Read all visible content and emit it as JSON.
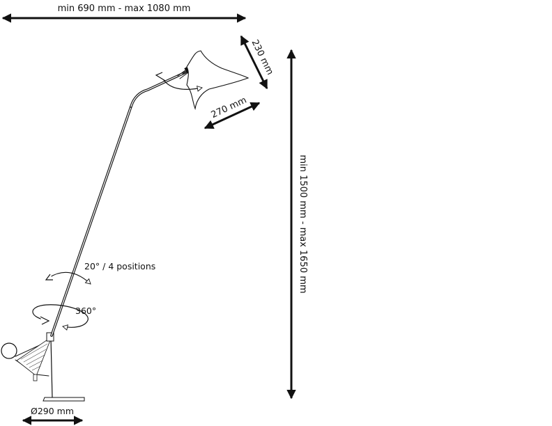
{
  "dimensions": {
    "reach": "min 690 mm - max 1080 mm",
    "height": "min 1500 mm - max 1650 mm",
    "shade_depth": "230 mm",
    "shade_width": "270 mm",
    "base_diameter": "Ø290 mm"
  },
  "adjustments": {
    "tilt": "20° / 4 positions",
    "rotation": "360°"
  }
}
